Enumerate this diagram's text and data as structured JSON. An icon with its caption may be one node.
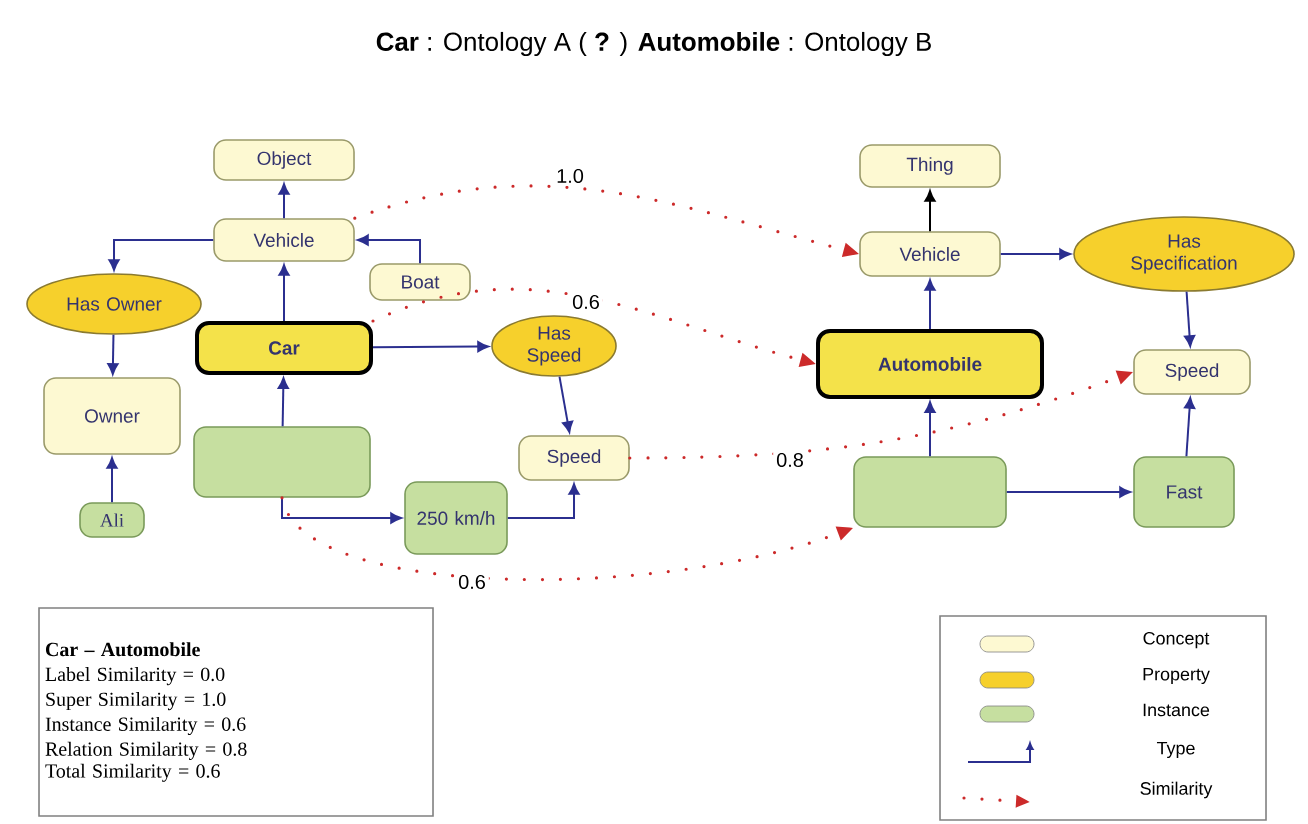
{
  "diagram": {
    "title": "**Car** : Ontology A ( **?** ) **Automobile** : Ontology B",
    "nodes": [
      {
        "text": [
          "Object"
        ]
      },
      {
        "text": [
          "Vehicle"
        ]
      },
      {
        "text": [
          "Boat"
        ]
      },
      {
        "text": [
          "Has Owner"
        ]
      },
      {
        "text": [
          "Car"
        ]
      },
      {
        "text": [
          "Has Speed"
        ]
      },
      {
        "text": [
          "Owner"
        ]
      },
      {
        "text": [],
        "shape": "box"
      },
      {
        "text": [
          "Ali"
        ]
      },
      {
        "text": [
          "Speed"
        ]
      },
      {
        "text": [
          "250 km/h"
        ]
      },
      {
        "text": [
          "Thing"
        ]
      },
      {
        "text": [
          "Vehicle"
        ]
      },
      {
        "text": [
          "Has Specification"
        ]
      },
      {
        "text": [
          "Automobile"
        ]
      },
      {
        "text": [
          "Speed"
        ]
      },
      {
        "text": [],
        "shape": "box"
      },
      {
        "text": [
          "Fast"
        ]
      },
      {
        "text": [
          "Car – Automobile",
          "Label Similarity = 0.0",
          "Super Similarity = 1.0",
          "Instance Similarity = 0.6",
          "Relation Similarity = 0.8",
          "Total Similarity = 0.6"
        ]
      }
    ],
    "edges": [
      {
        "from": 1,
        "to": 0,
        "arrow": "to"
      },
      {
        "from": 1,
        "to": 3,
        "arrow": "to"
      },
      {
        "from": 2,
        "to": 1,
        "arrow": "to"
      },
      {
        "from": 4,
        "to": 1,
        "arrow": "to"
      },
      {
        "from": 4,
        "to": 5,
        "arrow": "to"
      },
      {
        "from": 3,
        "to": 6,
        "arrow": "to"
      },
      {
        "from": 8,
        "to": 6,
        "arrow": "to"
      },
      {
        "from": 7,
        "to": 4,
        "arrow": "to"
      },
      {
        "from": 5,
        "to": 9,
        "arrow": "to"
      },
      {
        "from": 7,
        "to": 10,
        "arrow": "to"
      },
      {
        "from": 10,
        "to": 9,
        "arrow": "to"
      },
      {
        "from": 12,
        "to": 11,
        "arrow": "to",
        "color": "#000000"
      },
      {
        "from": 12,
        "to": 13,
        "arrow": "to"
      },
      {
        "from": 14,
        "to": 12,
        "arrow": "to"
      },
      {
        "from": 13,
        "to": 15,
        "arrow": "to"
      },
      {
        "from": 16,
        "to": 14,
        "arrow": "to"
      },
      {
        "from": 16,
        "to": 17,
        "arrow": "to"
      },
      {
        "from": 17,
        "to": 15,
        "arrow": "to"
      },
      {
        "from": 1,
        "to": 12,
        "arrow": "to",
        "label": "1.0",
        "style": "dashed",
        "color": "#cc2a2a"
      },
      {
        "from": 4,
        "to": 14,
        "arrow": "to",
        "label": "0.6",
        "style": "dashed",
        "color": "#cc2a2a"
      },
      {
        "from": 9,
        "to": 15,
        "arrow": "to",
        "label": "0.8",
        "style": "dashed",
        "color": "#cc2a2a"
      },
      {
        "from": 7,
        "to": 16,
        "arrow": "to",
        "label": "0.6",
        "style": "dashed",
        "color": "#cc2a2a"
      }
    ],
    "legend": [
      {
        "text": "Concept",
        "color": "#fdf9d2"
      },
      {
        "text": "Property",
        "color": "#f6d02c"
      },
      {
        "text": "Instance",
        "color": "#c6dfa0"
      },
      {
        "text": "Type"
      },
      {
        "text": "Similarity"
      }
    ]
  }
}
